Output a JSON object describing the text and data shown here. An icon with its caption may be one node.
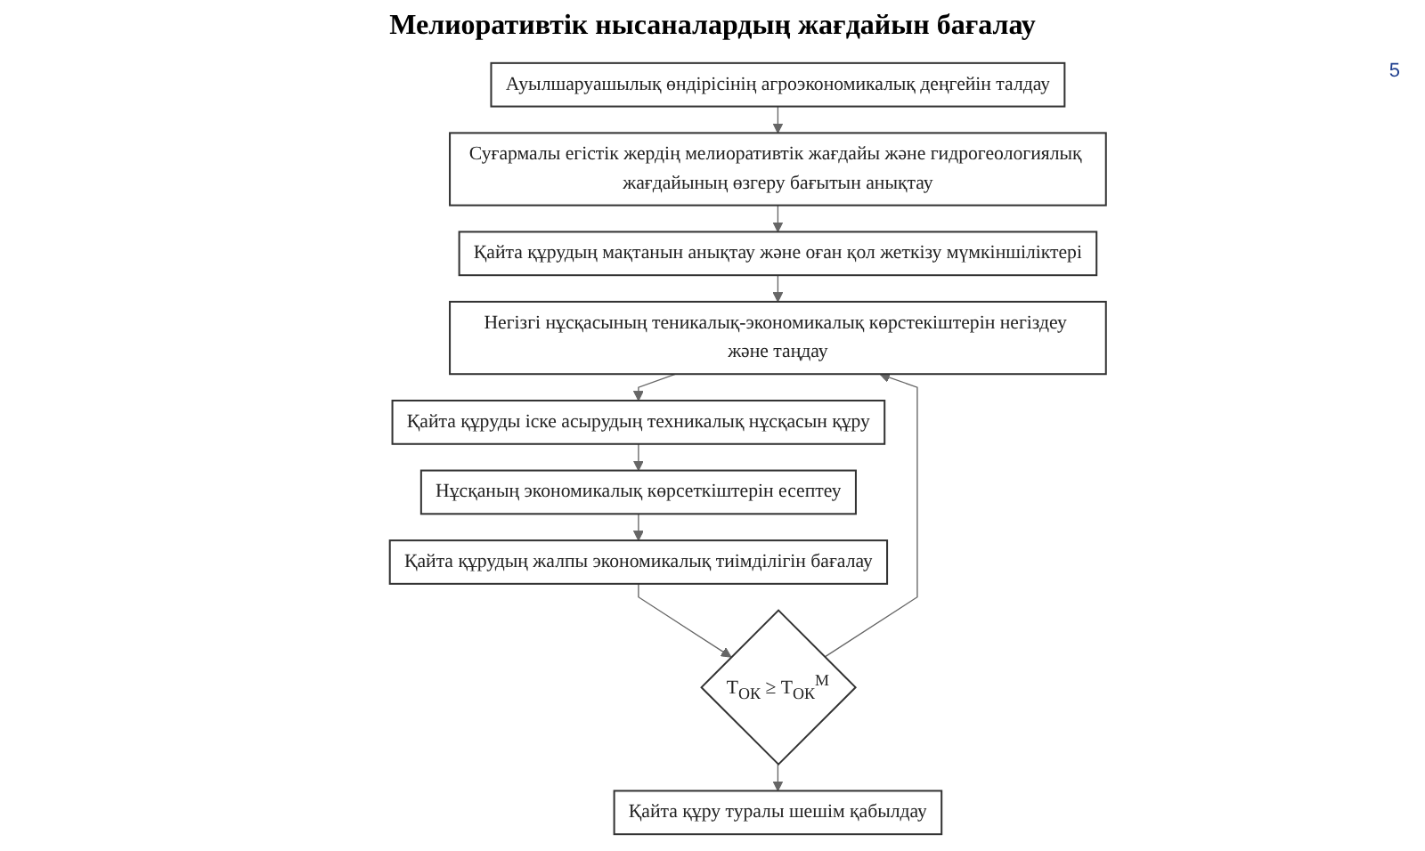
{
  "diagram": {
    "title": "Мелиоративтік нысаналардың жағдайын бағалау",
    "nodes": [
      {
        "text": [
          "Ауылшаруашылық өндірісінің агроэкономикалық деңгейін талдау"
        ]
      },
      {
        "text": [
          "Суғармалы егістік жердің мелиоративтік жағдайы және гидрогеологиялық жағдайының өзгеру бағытын анықтау"
        ]
      },
      {
        "text": [
          "Қайта құрудың мақтанын анықтау және оған қол жеткізу мүмкіншіліктері"
        ]
      },
      {
        "text": [
          "Негізгі нұсқасының теникалық-экономикалық көрстекіштерін негіздеу және таңдау"
        ]
      },
      {
        "text": [
          "Қайта құруды іске асырудың техникалық нұсқасын құру"
        ]
      },
      {
        "text": [
          "Нұсқаның экономикалық көрсеткіштерін есептеу"
        ]
      },
      {
        "text": [
          "Қайта құрудың жалпы экономикалық тиімділігін бағалау"
        ]
      },
      {
        "text": [
          "T$_{ОК}$ ≥ T$_{ОК}$$^{М}$"
        ]
      },
      {
        "text": [
          "Қайта құру туралы шешім қабылдау"
        ]
      }
    ],
    "edges": [
      {
        "from": 0,
        "to": 1,
        "arrow": "to"
      },
      {
        "from": 1,
        "to": 2,
        "arrow": "to"
      },
      {
        "from": 2,
        "to": 3,
        "arrow": "to"
      },
      {
        "from": 3,
        "to": 4,
        "arrow": "to"
      },
      {
        "from": 4,
        "to": 5,
        "arrow": "to"
      },
      {
        "from": 5,
        "to": 6,
        "arrow": "to"
      },
      {
        "from": 6,
        "to": 7,
        "arrow": "to"
      },
      {
        "from": 7,
        "to": 8,
        "arrow": "to"
      },
      {
        "from": 7,
        "to": 3,
        "arrow": "to"
      }
    ],
    "labels": [
      "5"
    ]
  }
}
